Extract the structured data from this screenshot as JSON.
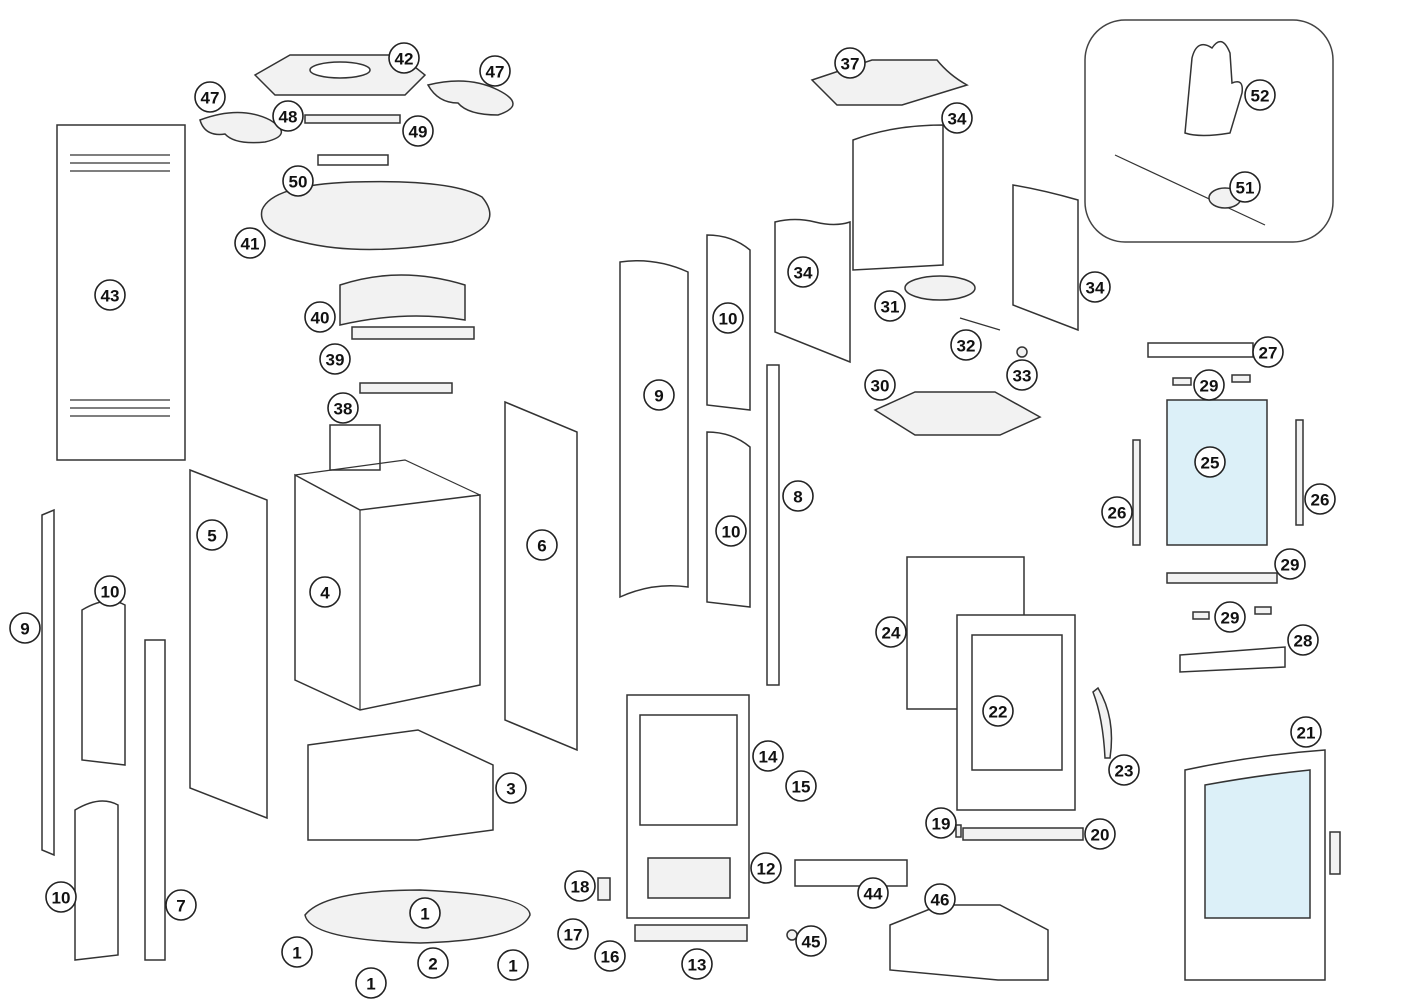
{
  "diagram": {
    "glass_color": "#dcf0f8",
    "callouts": [
      "42",
      "47",
      "47",
      "48",
      "49",
      "50",
      "41",
      "43",
      "40",
      "39",
      "38",
      "5",
      "4",
      "6",
      "3",
      "9",
      "10",
      "10",
      "7",
      "1",
      "1",
      "1",
      "2",
      "1",
      "9",
      "10",
      "10",
      "8",
      "37",
      "34",
      "34",
      "34",
      "31",
      "32",
      "33",
      "30",
      "52",
      "51",
      "27",
      "29",
      "25",
      "26",
      "26",
      "29",
      "29",
      "28",
      "24",
      "22",
      "23",
      "21",
      "14",
      "15",
      "12",
      "18",
      "17",
      "16",
      "13",
      "19",
      "20",
      "44",
      "45",
      "46"
    ]
  }
}
